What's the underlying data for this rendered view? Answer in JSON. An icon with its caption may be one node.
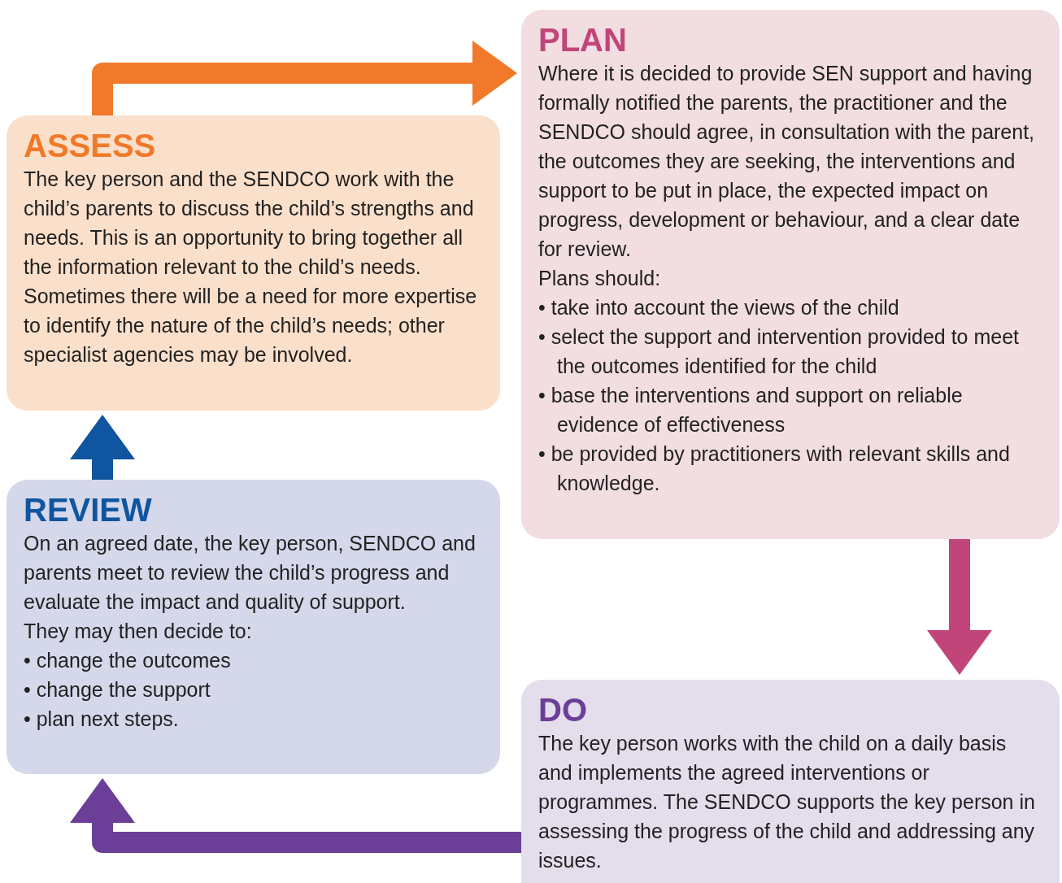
{
  "diagram": {
    "nodes": [
      {
        "text": [
          "ASSESS",
          "The key person and the SENDCO work with the child’s parents to discuss the child’s strengths and needs. This is an opportunity to bring together all the information relevant to the child’s needs. Sometimes there will be a need for more expertise to identify the nature of the child’s needs; other specialist agencies may be involved."
        ]
      },
      {
        "text": [
          "PLAN",
          "Where it is decided to provide SEN support and having formally notified the parents, the practitioner and the SENDCO should agree, in consultation with the parent, the outcomes they are seeking, the interventions and support to be put in place, the expected impact on progress, development or behaviour, and a clear date for review.",
          "Plans should:",
          "• take into account the views of the child",
          "• select the support and intervention provided to meet the outcomes identified for the child",
          "• base the interventions and support on reliable evidence of effectiveness",
          "• be provided by practitioners with relevant skills and knowledge."
        ]
      },
      {
        "text": [
          "REVIEW",
          "On an agreed date, the key person, SENDCO and parents meet to review the child’s progress and evaluate the impact and quality of support.",
          "They may then decide to:",
          "• change the outcomes",
          "• change the support",
          "• plan next steps."
        ]
      },
      {
        "text": [
          "DO",
          "The key person works with the child on a daily basis and implements the agreed interventions or programmes. The SENDCO supports the key person in assessing the progress of the child and addressing any issues."
        ]
      }
    ],
    "edges": [
      {
        "from": 0,
        "to": 1,
        "arrow": "to",
        "color": "#f07a2a"
      },
      {
        "from": 1,
        "to": 3,
        "arrow": "to",
        "color": "#c2457a"
      },
      {
        "from": 3,
        "to": 2,
        "arrow": "to",
        "color": "#6b3f98"
      },
      {
        "from": 2,
        "to": 0,
        "arrow": "to",
        "color": "#0f55a0"
      }
    ]
  }
}
